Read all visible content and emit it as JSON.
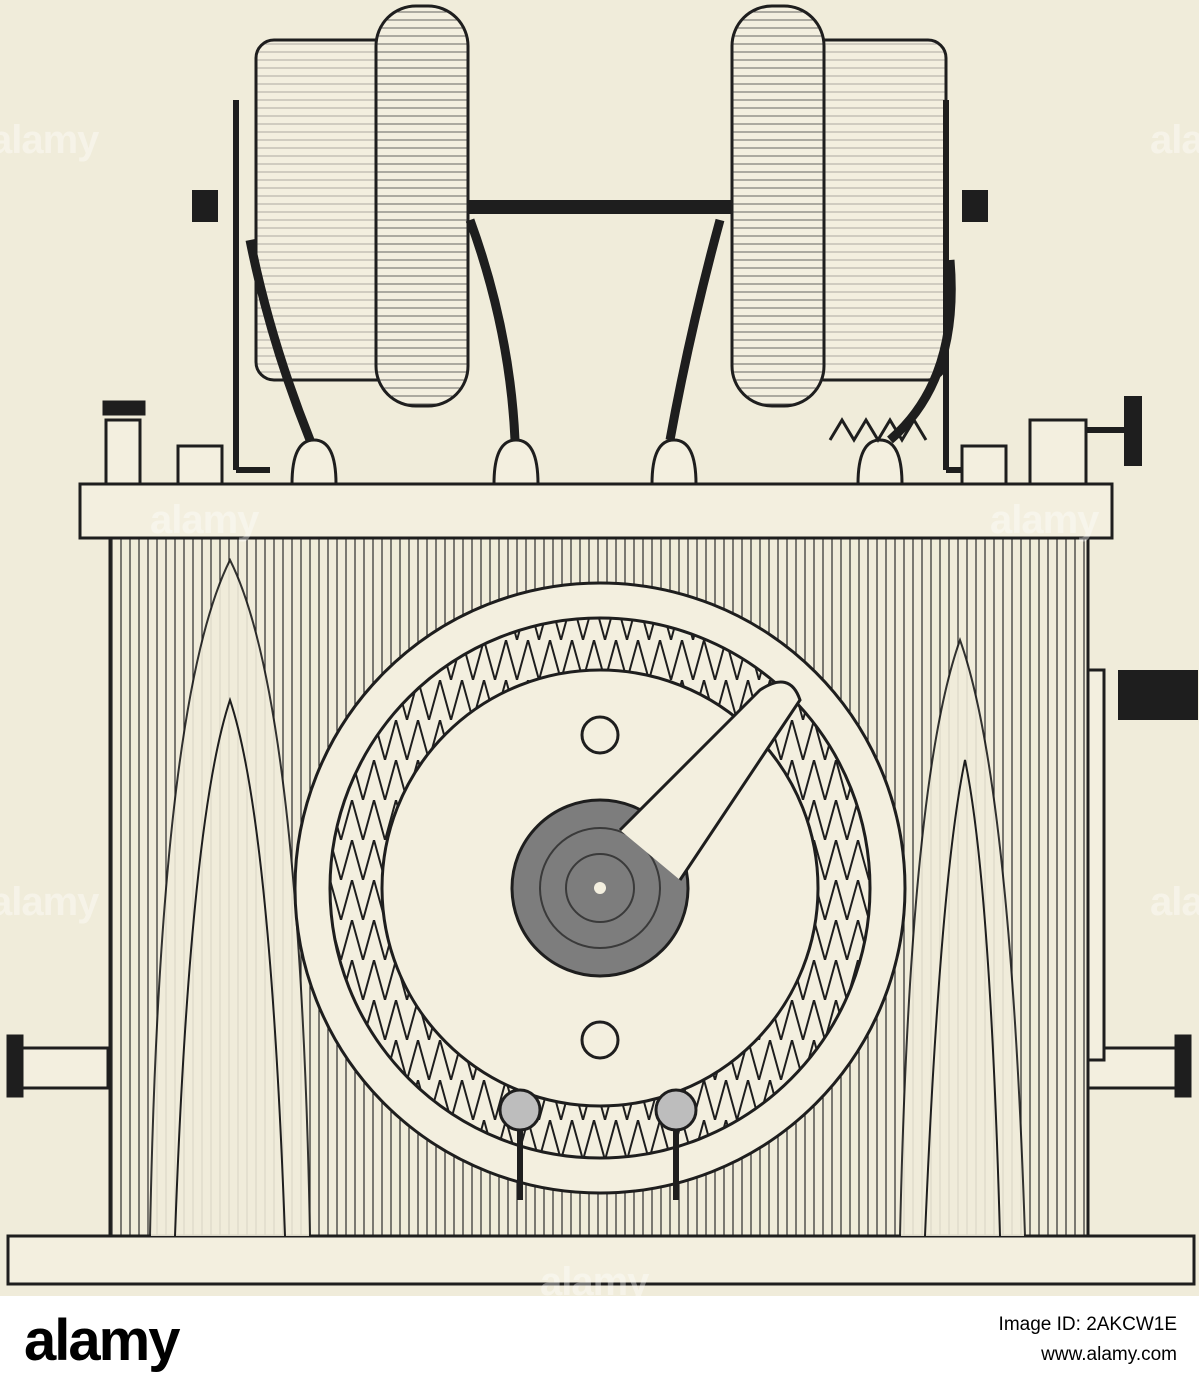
{
  "watermark": {
    "text": "alamy"
  },
  "footer": {
    "logo": "alamy",
    "image_id_label": "Image ID: 2AKCW1E",
    "site": "www.alamy.com"
  },
  "colors": {
    "paper": "#f0ecda",
    "ink": "#1e1e1e",
    "footer_bg": "#ffffff"
  }
}
